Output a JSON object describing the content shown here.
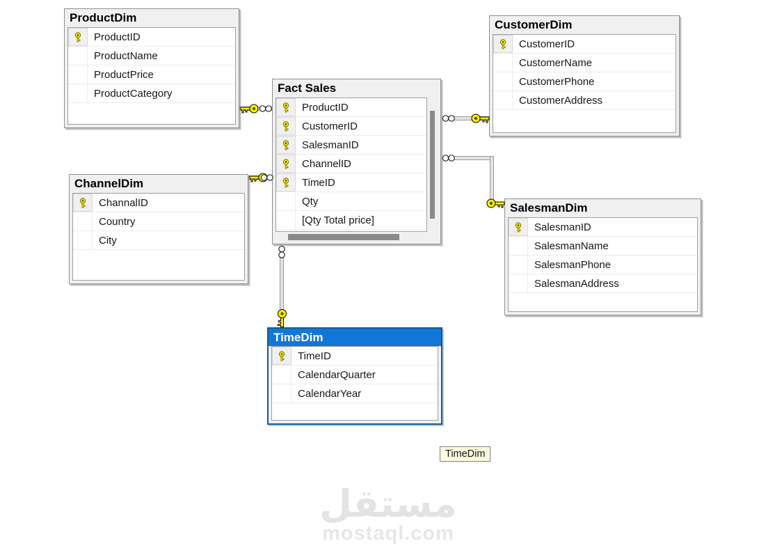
{
  "diagram": {
    "tables": [
      {
        "title": "ProductDim",
        "selected": false,
        "columns": [
          {
            "name": "ProductID",
            "key": true
          },
          {
            "name": "ProductName",
            "key": false
          },
          {
            "name": "ProductPrice",
            "key": false
          },
          {
            "name": "ProductCategory",
            "key": false
          }
        ]
      },
      {
        "title": "CustomerDim",
        "selected": false,
        "columns": [
          {
            "name": "CustomerID",
            "key": true
          },
          {
            "name": "CustomerName",
            "key": false
          },
          {
            "name": "CustomerPhone",
            "key": false
          },
          {
            "name": "CustomerAddress",
            "key": false
          }
        ]
      },
      {
        "title": "Fact Sales",
        "selected": false,
        "columns": [
          {
            "name": "ProductID",
            "key": true
          },
          {
            "name": "CustomerID",
            "key": true
          },
          {
            "name": "SalesmanID",
            "key": true
          },
          {
            "name": "ChannelID",
            "key": true
          },
          {
            "name": "TimeID",
            "key": true
          },
          {
            "name": "Qty",
            "key": false
          },
          {
            "name": "[Qty Total price]",
            "key": false
          }
        ]
      },
      {
        "title": "ChannelDim",
        "selected": false,
        "columns": [
          {
            "name": "ChannalID",
            "key": true
          },
          {
            "name": "Country",
            "key": false
          },
          {
            "name": "City",
            "key": false
          }
        ]
      },
      {
        "title": "SalesmanDim",
        "selected": false,
        "columns": [
          {
            "name": "SalesmanID",
            "key": true
          },
          {
            "name": "SalesmanName",
            "key": false
          },
          {
            "name": "SalesmanPhone",
            "key": false
          },
          {
            "name": "SalesmanAddress",
            "key": false
          }
        ]
      },
      {
        "title": "TimeDim",
        "selected": true,
        "columns": [
          {
            "name": "TimeID",
            "key": true
          },
          {
            "name": "CalendarQuarter",
            "key": false
          },
          {
            "name": "CalendarYear",
            "key": false
          }
        ]
      }
    ],
    "relationships": [
      {
        "one_side": "ProductDim",
        "many_side": "Fact Sales"
      },
      {
        "one_side": "ChannelDim",
        "many_side": "Fact Sales"
      },
      {
        "one_side": "CustomerDim",
        "many_side": "Fact Sales"
      },
      {
        "one_side": "SalesmanDim",
        "many_side": "Fact Sales"
      },
      {
        "one_side": "TimeDim",
        "many_side": "Fact Sales"
      }
    ],
    "tooltip_label": "TimeDim",
    "watermark": {
      "logo": "مستقل",
      "url_text": "mostaql.com"
    },
    "colors": {
      "selected_header_bg": "#1177d7",
      "selected_border": "#155a94",
      "window_bg": "#f0f0f0",
      "window_border": "#8f8f8f",
      "key_yellow": "#fff200",
      "scrollbar_thumb": "#8a8a8a",
      "tooltip_bg": "#fffee1"
    }
  }
}
